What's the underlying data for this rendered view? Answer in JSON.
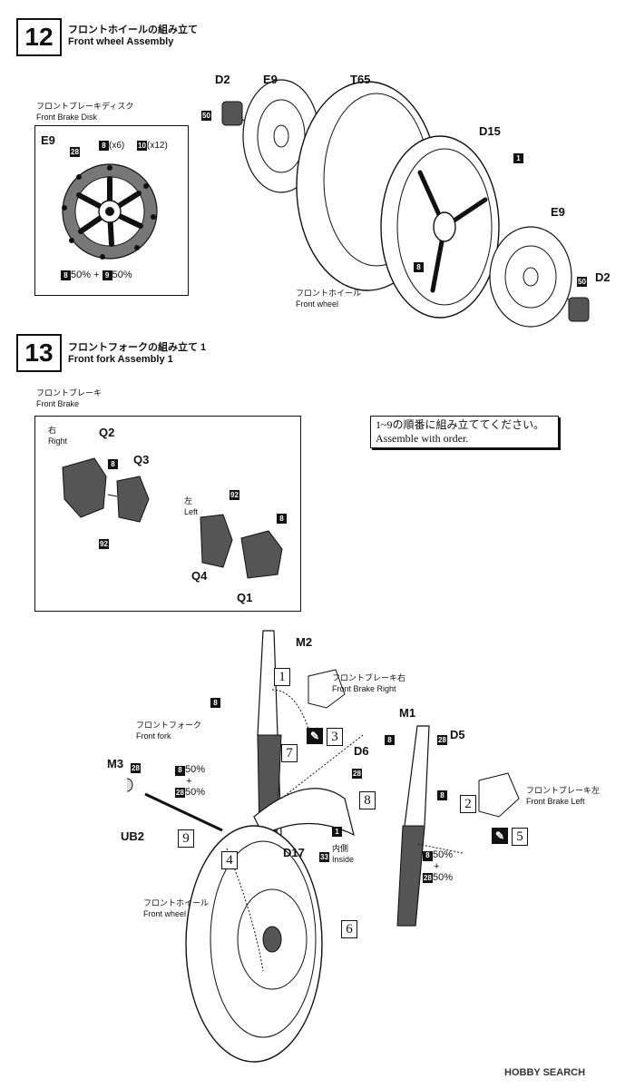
{
  "step12": {
    "number": "12",
    "title_jp": "フロントホイールの組み立て",
    "title_en": "Front wheel Assembly",
    "disk_title_jp": "フロントブレーキディスク",
    "disk_title_en": "Front Brake Disk",
    "disk_part": "E9",
    "disk_colors": [
      {
        "code": "28",
        "text": ""
      },
      {
        "code": "8",
        "text": "(x6)"
      },
      {
        "code": "10",
        "text": "(x12)"
      }
    ],
    "disk_mix": {
      "a_code": "8",
      "a_text": "50%",
      "plus": "+",
      "b_code": "9",
      "b_text": "50%"
    },
    "parts": {
      "d2_left": "D2",
      "e9_left": "E9",
      "t65": "T65",
      "d15": "D15",
      "e9_right": "E9",
      "d2_right": "D2"
    },
    "paint_codes": {
      "d2_left": "50",
      "d15": "1",
      "hub": "8",
      "d2_right": "50"
    },
    "wheel_label_jp": "フロントホイール",
    "wheel_label_en": "Front wheel"
  },
  "step13": {
    "number": "13",
    "title_jp": "フロントフォークの組み立て 1",
    "title_en": "Front fork Assembly 1",
    "brake_title_jp": "フロントブレーキ",
    "brake_title_en": "Front Brake",
    "right_jp": "右",
    "right_en": "Right",
    "left_jp": "左",
    "left_en": "Left",
    "parts": {
      "q2": "Q2",
      "q3": "Q3",
      "q4": "Q4",
      "q1": "Q1"
    },
    "paint_codes": {
      "q2": "8",
      "q3_bottom": "92",
      "q4_top": "92",
      "q1": "8"
    },
    "note_jp": "1~9の順番に組み立ててください。",
    "note_en": "Assemble with order.",
    "assembly": {
      "m2": "M2",
      "m1": "M1",
      "d5": "D5",
      "d6": "D6",
      "m3": "M3",
      "ub2": "UB2",
      "d17": "D17",
      "fork_jp": "フロントフォーク",
      "fork_en": "Front fork",
      "brake_right_jp": "フロントブレーキ右",
      "brake_right_en": "Front Brake Right",
      "brake_left_jp": "フロントブレーキ左",
      "brake_left_en": "Front Brake Left",
      "wheel_jp": "フロントホイール",
      "wheel_en": "Front wheel",
      "inside_jp": "内側",
      "inside_en": "Inside",
      "seq": [
        "1",
        "2",
        "3",
        "4",
        "5",
        "6",
        "7",
        "8",
        "9"
      ],
      "fork_paint": "8",
      "m1_paint_a": "8",
      "m1_paint_b": "28",
      "d6_paint": "28",
      "m1_side_paint": "8",
      "m3_paint": "28",
      "d17_paint": "1",
      "inside_paint": "33",
      "mix_left": {
        "a_code": "8",
        "a_text": "50%",
        "plus": "+",
        "b_code": "28",
        "b_text": "50%"
      },
      "mix_right": {
        "a_code": "8",
        "a_text": "50%",
        "plus": "+",
        "b_code": "28",
        "b_text": "50%"
      }
    }
  },
  "watermark": "HOBBY SEARCH"
}
